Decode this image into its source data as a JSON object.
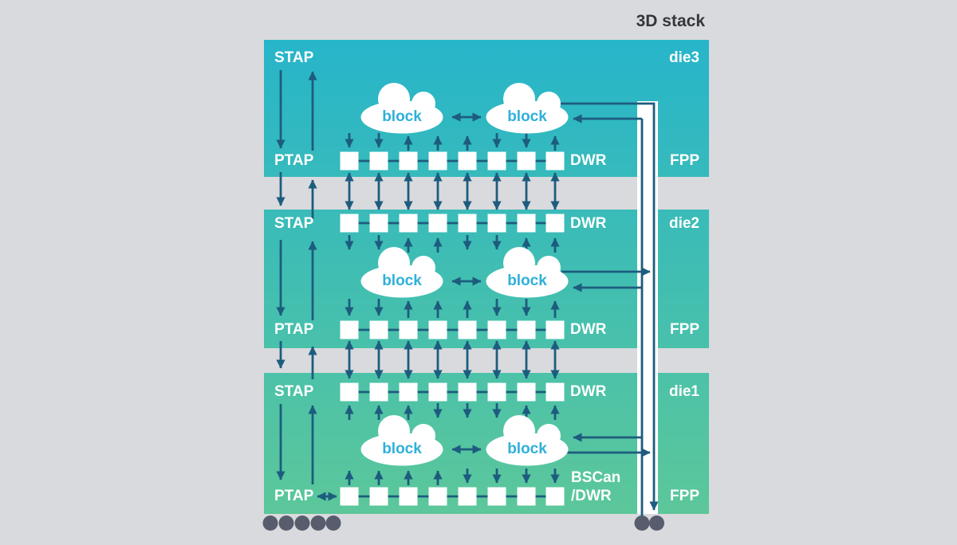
{
  "title": "3D stack",
  "colors": {
    "background": "#d9dadd",
    "wire": "#1d5c7e",
    "pad": "#575d6d",
    "band_top": "#27b5ca",
    "band_bottom": "#5cc79a",
    "block_text": "#2fb0d9",
    "title_text": "#33363c",
    "die_label_text": "#ffffff"
  },
  "dies": [
    {
      "name": "die3",
      "stap": "STAP",
      "ptap": "PTAP",
      "fpp": "FPP",
      "dwr": "DWR",
      "blocks": [
        "block",
        "block"
      ],
      "dwr_cells_per_row": 8
    },
    {
      "name": "die2",
      "stap": "STAP",
      "ptap": "PTAP",
      "fpp": "FPP",
      "dwr_top": "DWR",
      "dwr_bottom": "DWR",
      "blocks": [
        "block",
        "block"
      ],
      "dwr_cells_per_row": 8
    },
    {
      "name": "die1",
      "stap": "STAP",
      "ptap": "PTAP",
      "fpp": "FPP",
      "dwr_top": "DWR",
      "bscan_line1": "BSCan",
      "bscan_line2": "/DWR",
      "blocks": [
        "block",
        "block"
      ],
      "dwr_cells_per_row": 8
    }
  ],
  "pads": {
    "left_count": 5,
    "right_count": 2
  }
}
